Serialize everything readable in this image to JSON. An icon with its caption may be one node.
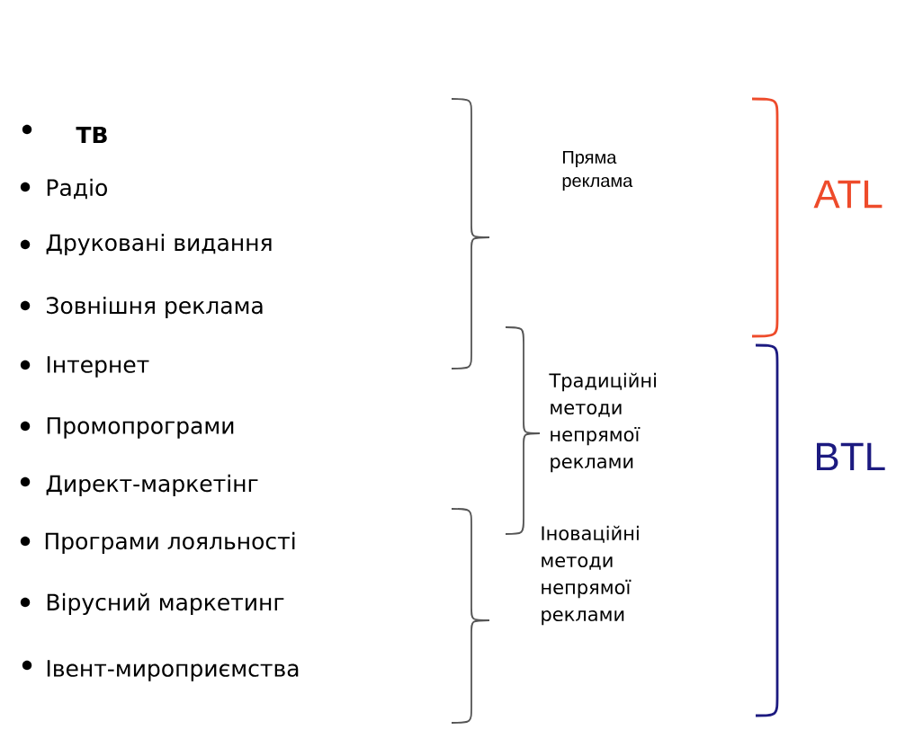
{
  "diagram": {
    "labels": [
      "ТВ",
      "Радіо",
      "Друковані видання",
      "Зовнішня реклама",
      "Інтернет",
      "Промопрограми",
      "Директ-маркетінг",
      "Програми лояльності",
      "Вірусний маркетинг",
      "Івент-мироприємства",
      "Пряма реклама",
      "Традиційні методи непрямої реклами",
      "Іноваційні методи непрямої реклами",
      "ATL",
      "BTL"
    ]
  }
}
